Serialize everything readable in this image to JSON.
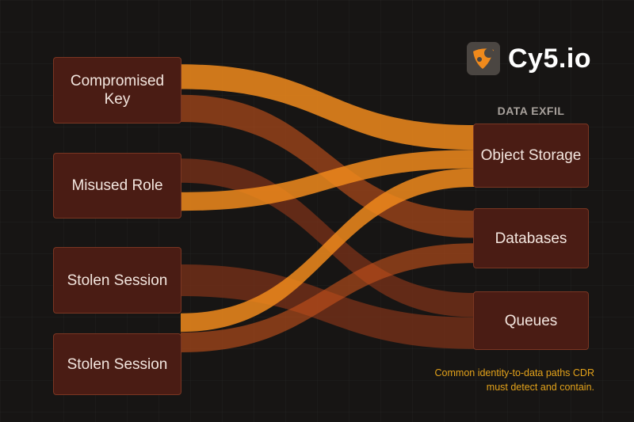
{
  "brand": {
    "name": "Cy5.io",
    "icon": "cy5-logo-icon",
    "accent": "#f08a1c"
  },
  "right_header": "DATA EXFIL",
  "sources": [
    {
      "id": "ck",
      "label": "Compromised Key"
    },
    {
      "id": "mr",
      "label": "Misused Role"
    },
    {
      "id": "ss1",
      "label": "Stolen Session"
    },
    {
      "id": "ss2",
      "label": "Stolen Session"
    }
  ],
  "targets": [
    {
      "id": "os",
      "label": "Object Storage"
    },
    {
      "id": "db",
      "label": "Databases"
    },
    {
      "id": "q",
      "label": "Queues"
    }
  ],
  "flows": [
    {
      "source": "ck",
      "target": "os",
      "value": 4,
      "emphasis": "bright"
    },
    {
      "source": "ck",
      "target": "db",
      "value": 3,
      "emphasis": "mid"
    },
    {
      "source": "mr",
      "target": "q",
      "value": 3,
      "emphasis": "dark"
    },
    {
      "source": "mr",
      "target": "os",
      "value": 3,
      "emphasis": "bright"
    },
    {
      "source": "ss1",
      "target": "q",
      "value": 4,
      "emphasis": "dark"
    },
    {
      "source": "ss2",
      "target": "os",
      "value": 3,
      "emphasis": "bright"
    },
    {
      "source": "ss2",
      "target": "db",
      "value": 3,
      "emphasis": "mid"
    }
  ],
  "caption": {
    "line1": "Common identity-to-data paths CDR",
    "line2": "must detect and contain."
  }
}
